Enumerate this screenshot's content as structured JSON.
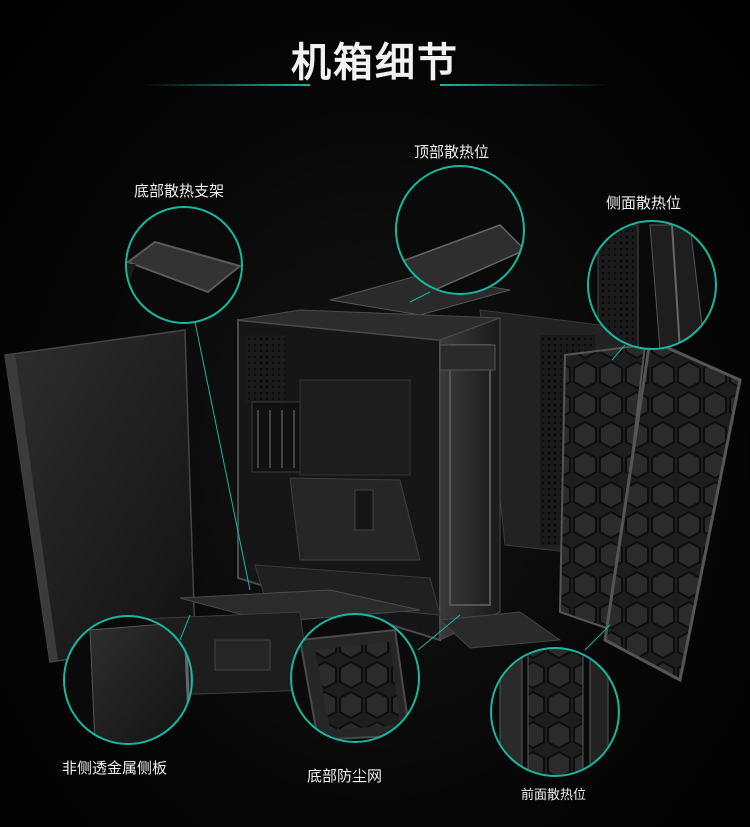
{
  "header": {
    "title": "机箱细节"
  },
  "callouts": [
    {
      "id": "bottom-bracket",
      "label": "底部散热支架"
    },
    {
      "id": "top-vent",
      "label": "顶部散热位"
    },
    {
      "id": "side-vent",
      "label": "侧面散热位"
    },
    {
      "id": "side-panel",
      "label": "非侧透金属侧板"
    },
    {
      "id": "dust-filter",
      "label": "底部防尘网"
    },
    {
      "id": "front-vent",
      "label": "前面散热位"
    }
  ],
  "colors": {
    "accent": "#16b8a0",
    "background": "#000000"
  }
}
